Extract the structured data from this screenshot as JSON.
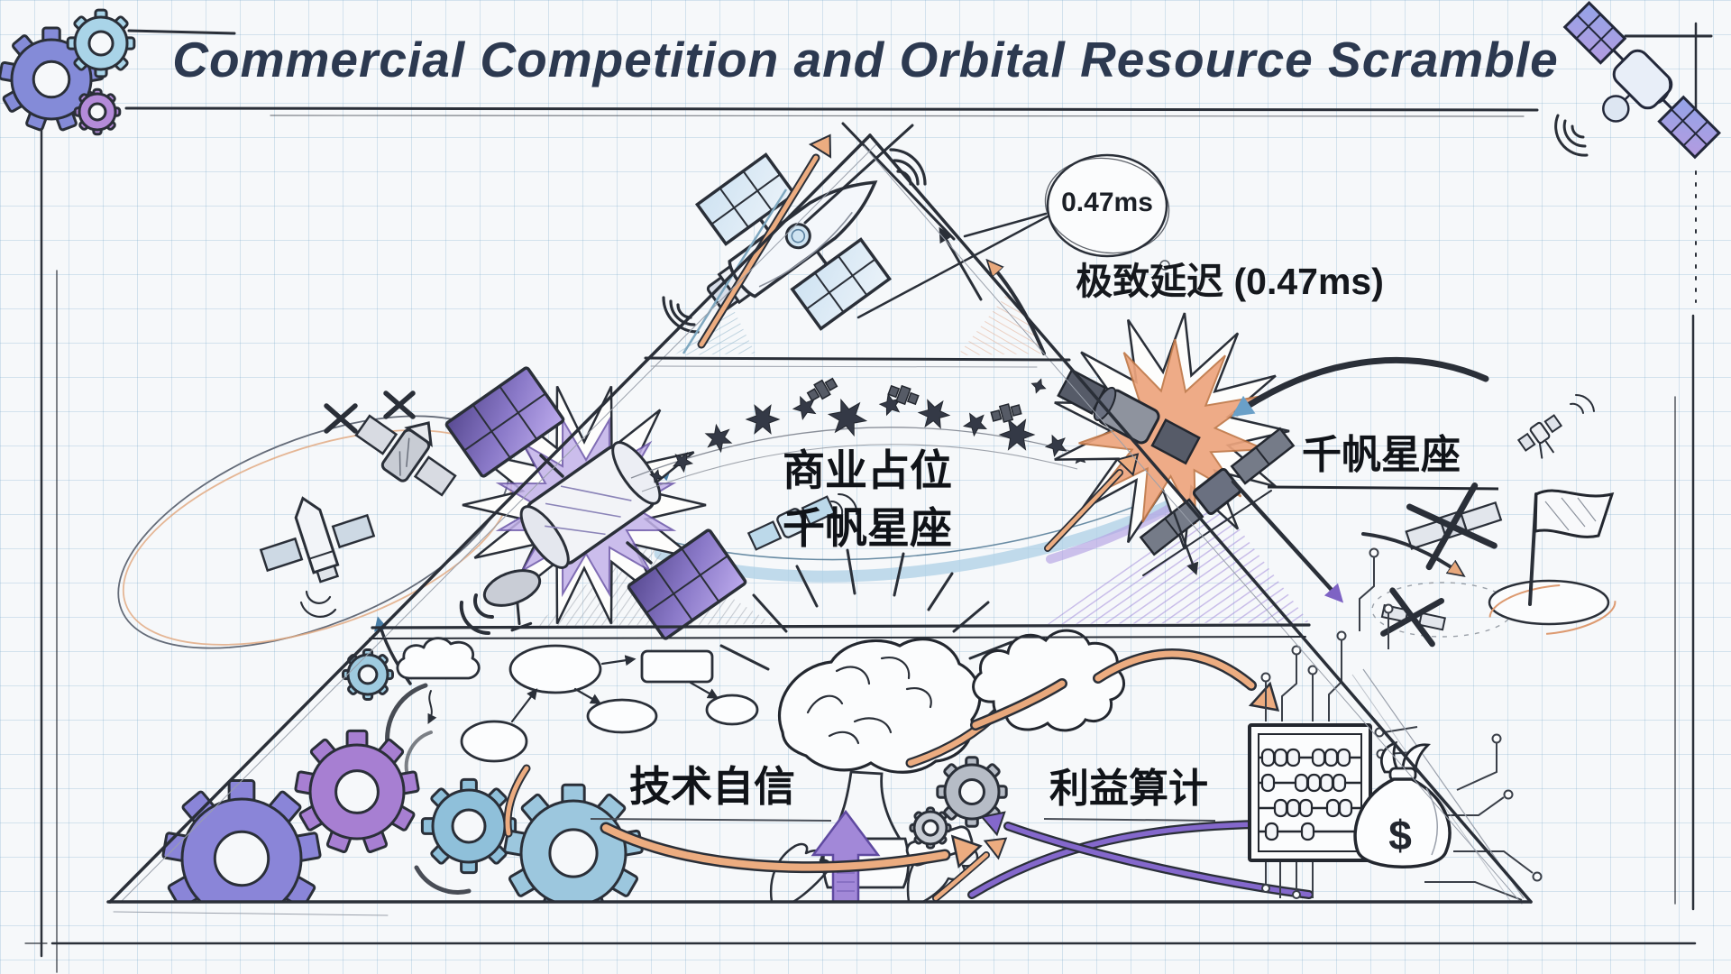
{
  "title": {
    "text": "Commercial Competition and Orbital Resource Scramble"
  },
  "tiers": {
    "top": {
      "badge": "0.47ms",
      "caption": "极致延迟 (0.47ms)"
    },
    "middle": {
      "claim_line1": "商业占位",
      "claim_line2": "千帆星座",
      "callout": "千帆星座"
    },
    "bottom": {
      "tech": "技术自信",
      "profit": "利益算计",
      "money": "$"
    }
  },
  "colors": {
    "ink": "#2a2f38",
    "title_navy": "#2c3950",
    "arrow_orange": "#ecac80",
    "accent_purple": "#8a7ad0",
    "accent_blue": "#8fc3dc",
    "grid_blue": "#bfd8e6"
  }
}
